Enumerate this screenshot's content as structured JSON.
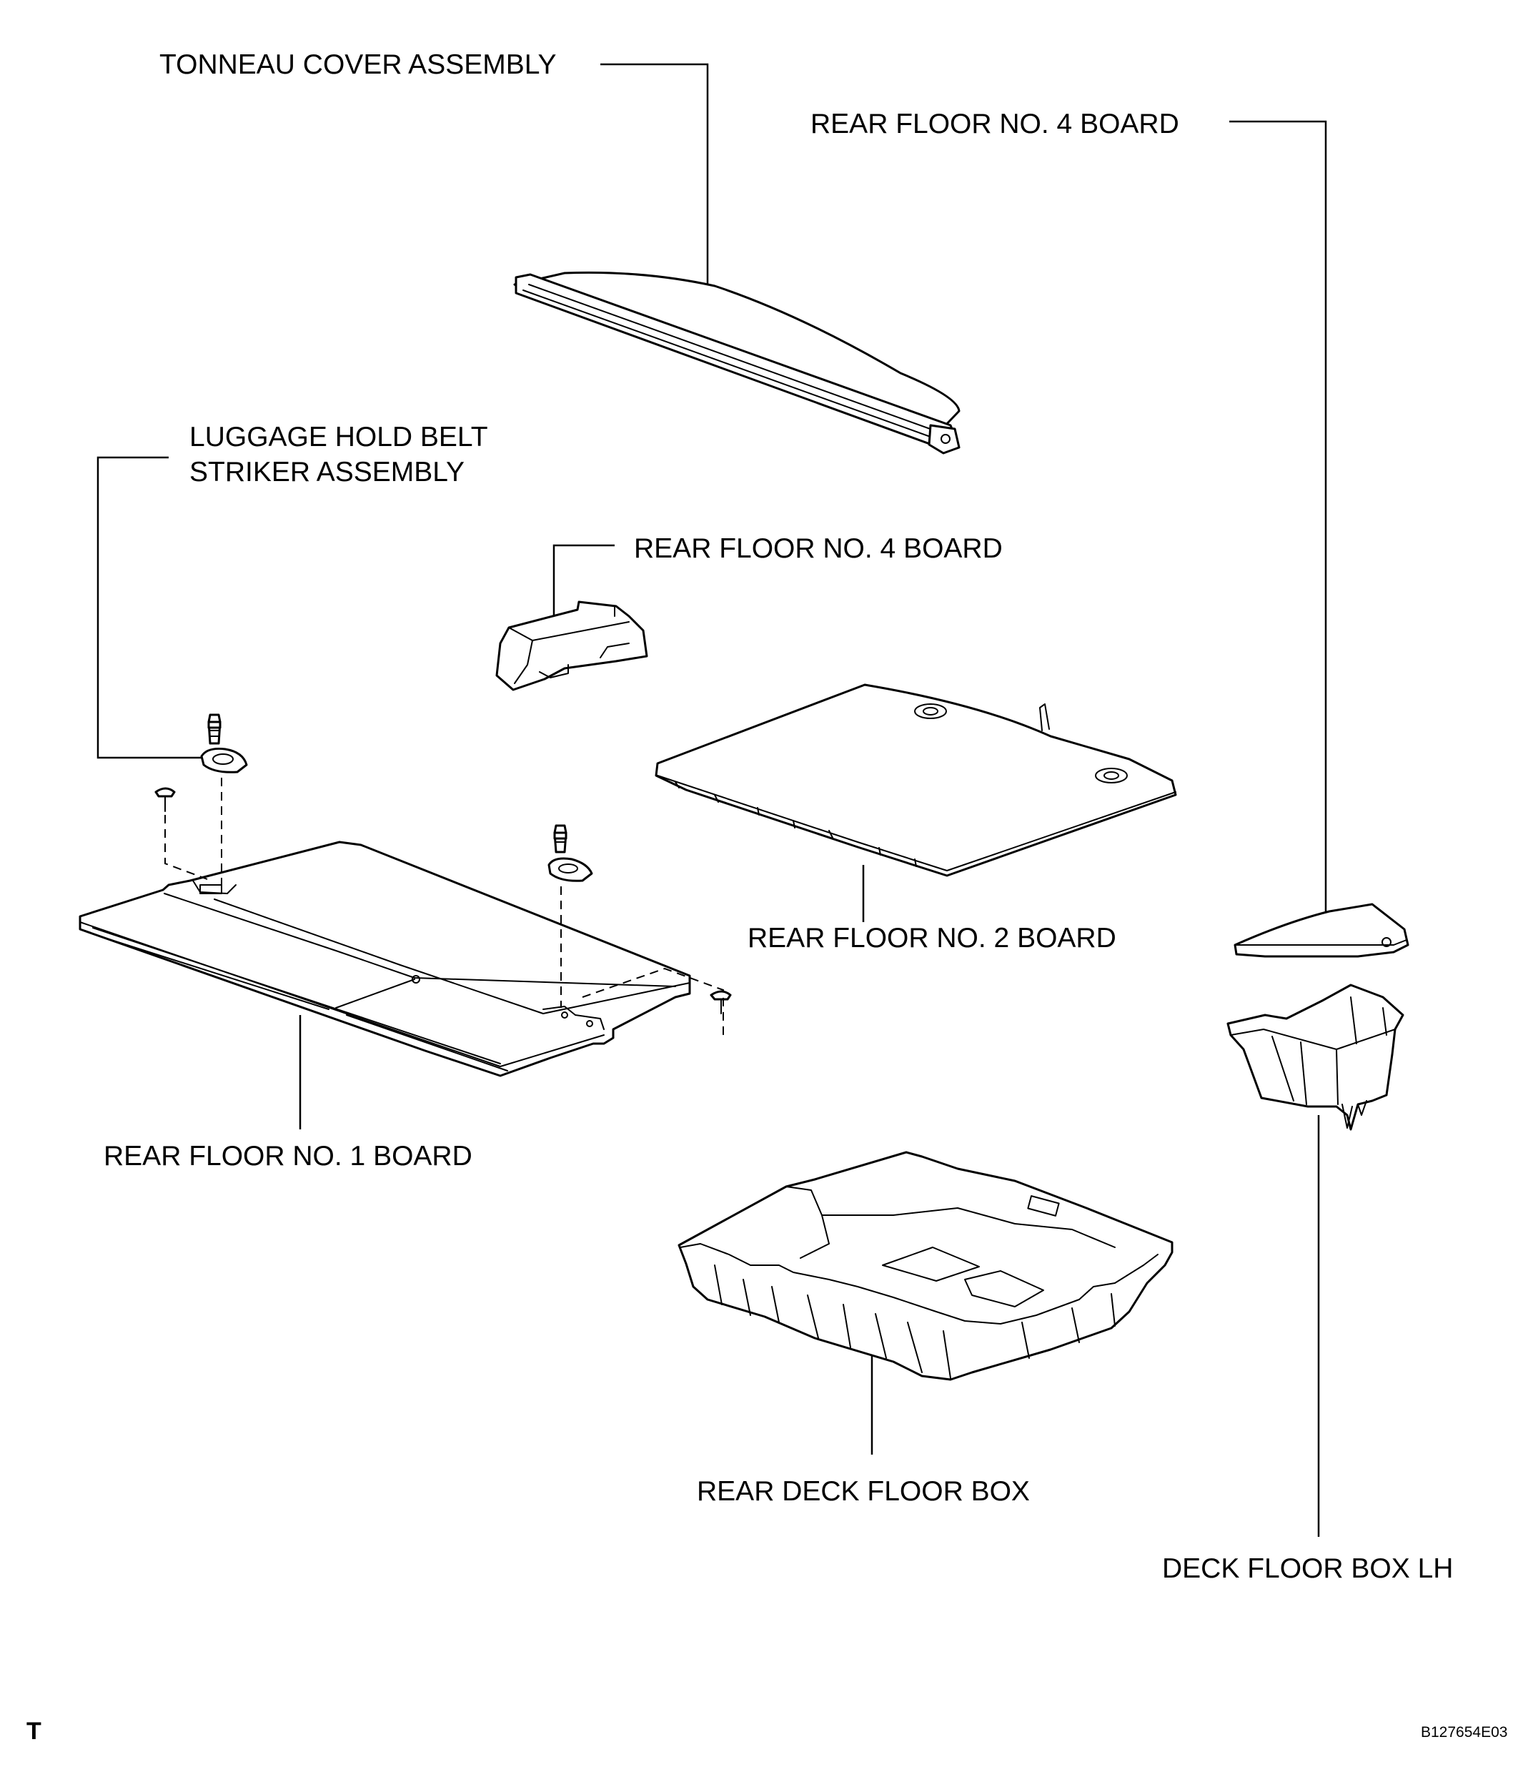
{
  "labels": {
    "tonneau_cover_assembly": "TONNEAU COVER ASSEMBLY",
    "rear_floor_no4_board_top": "REAR FLOOR NO. 4 BOARD",
    "luggage_hold_belt_line1": "LUGGAGE HOLD BELT",
    "luggage_hold_belt_line2": "STRIKER ASSEMBLY",
    "rear_floor_no4_board_mid": "REAR FLOOR NO. 4 BOARD",
    "rear_floor_no2_board": "REAR FLOOR NO. 2 BOARD",
    "rear_floor_no1_board": "REAR FLOOR NO. 1 BOARD",
    "rear_deck_floor_box": "REAR DECK FLOOR BOX",
    "deck_floor_box_lh": "DECK FLOOR BOX LH"
  },
  "corner_mark": "T",
  "figure_code": "B127654E03"
}
